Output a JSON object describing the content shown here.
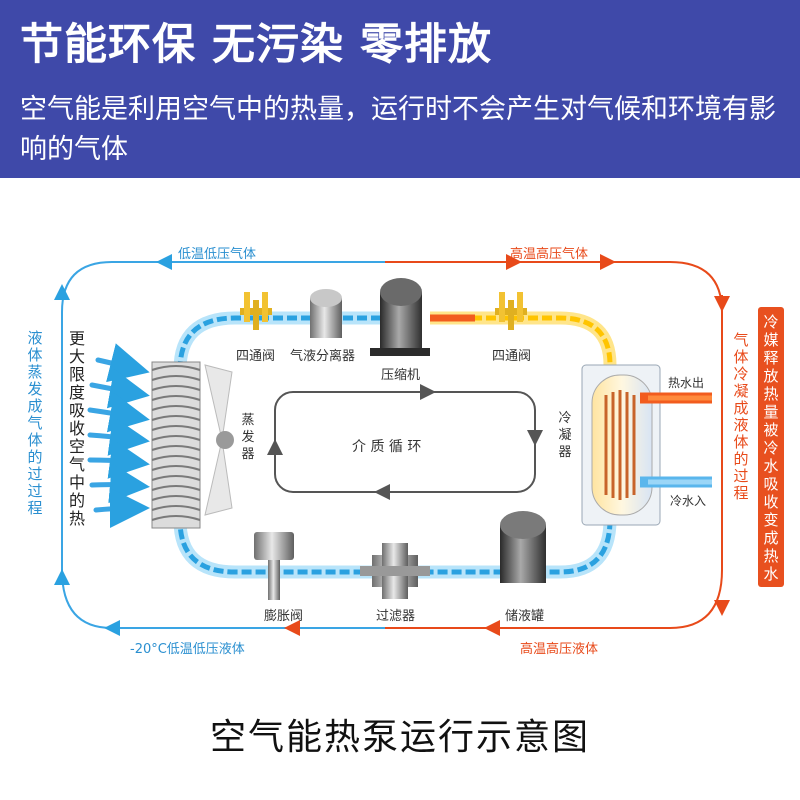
{
  "header": {
    "title": "节能环保 无污染 零排放",
    "subtitle": "空气能是利用空气中的热量，运行时不会产生对气候和环境有影响的气体"
  },
  "diagram": {
    "flows": {
      "top_left": "低温低压气体",
      "top_right": "高温高压气体",
      "bottom_left": "-20°C低温低压液体",
      "bottom_right": "高温高压液体"
    },
    "side_left": "液体蒸发成气体的过过程",
    "absorb": "更大限度吸收空气中的热",
    "evaporator": "蒸发器",
    "components": {
      "four_way_valve_left": "四通阀",
      "gas_liquid_separator": "气液分离器",
      "compressor": "压缩机",
      "four_way_valve_right": "四通阀",
      "condenser": "冷凝器",
      "expansion_valve": "膨胀阀",
      "filter": "过滤器",
      "receiver": "储液罐"
    },
    "cycle": "介 质 循 环",
    "hot_out": "热水出",
    "cold_in": "冷水入",
    "side_right": "气体冷凝成液体的过程",
    "refrigerant_note": "冷媒释放热量被冷水吸收变成热水"
  },
  "caption": "空气能热泵运行示意图",
  "colors": {
    "banner": "#3f49a9",
    "cold_pipe": "#2aa1e0",
    "hot_pipe": "#f25c1e",
    "warm_pipe": "#ffd21a",
    "note_box": "#e8501f"
  }
}
